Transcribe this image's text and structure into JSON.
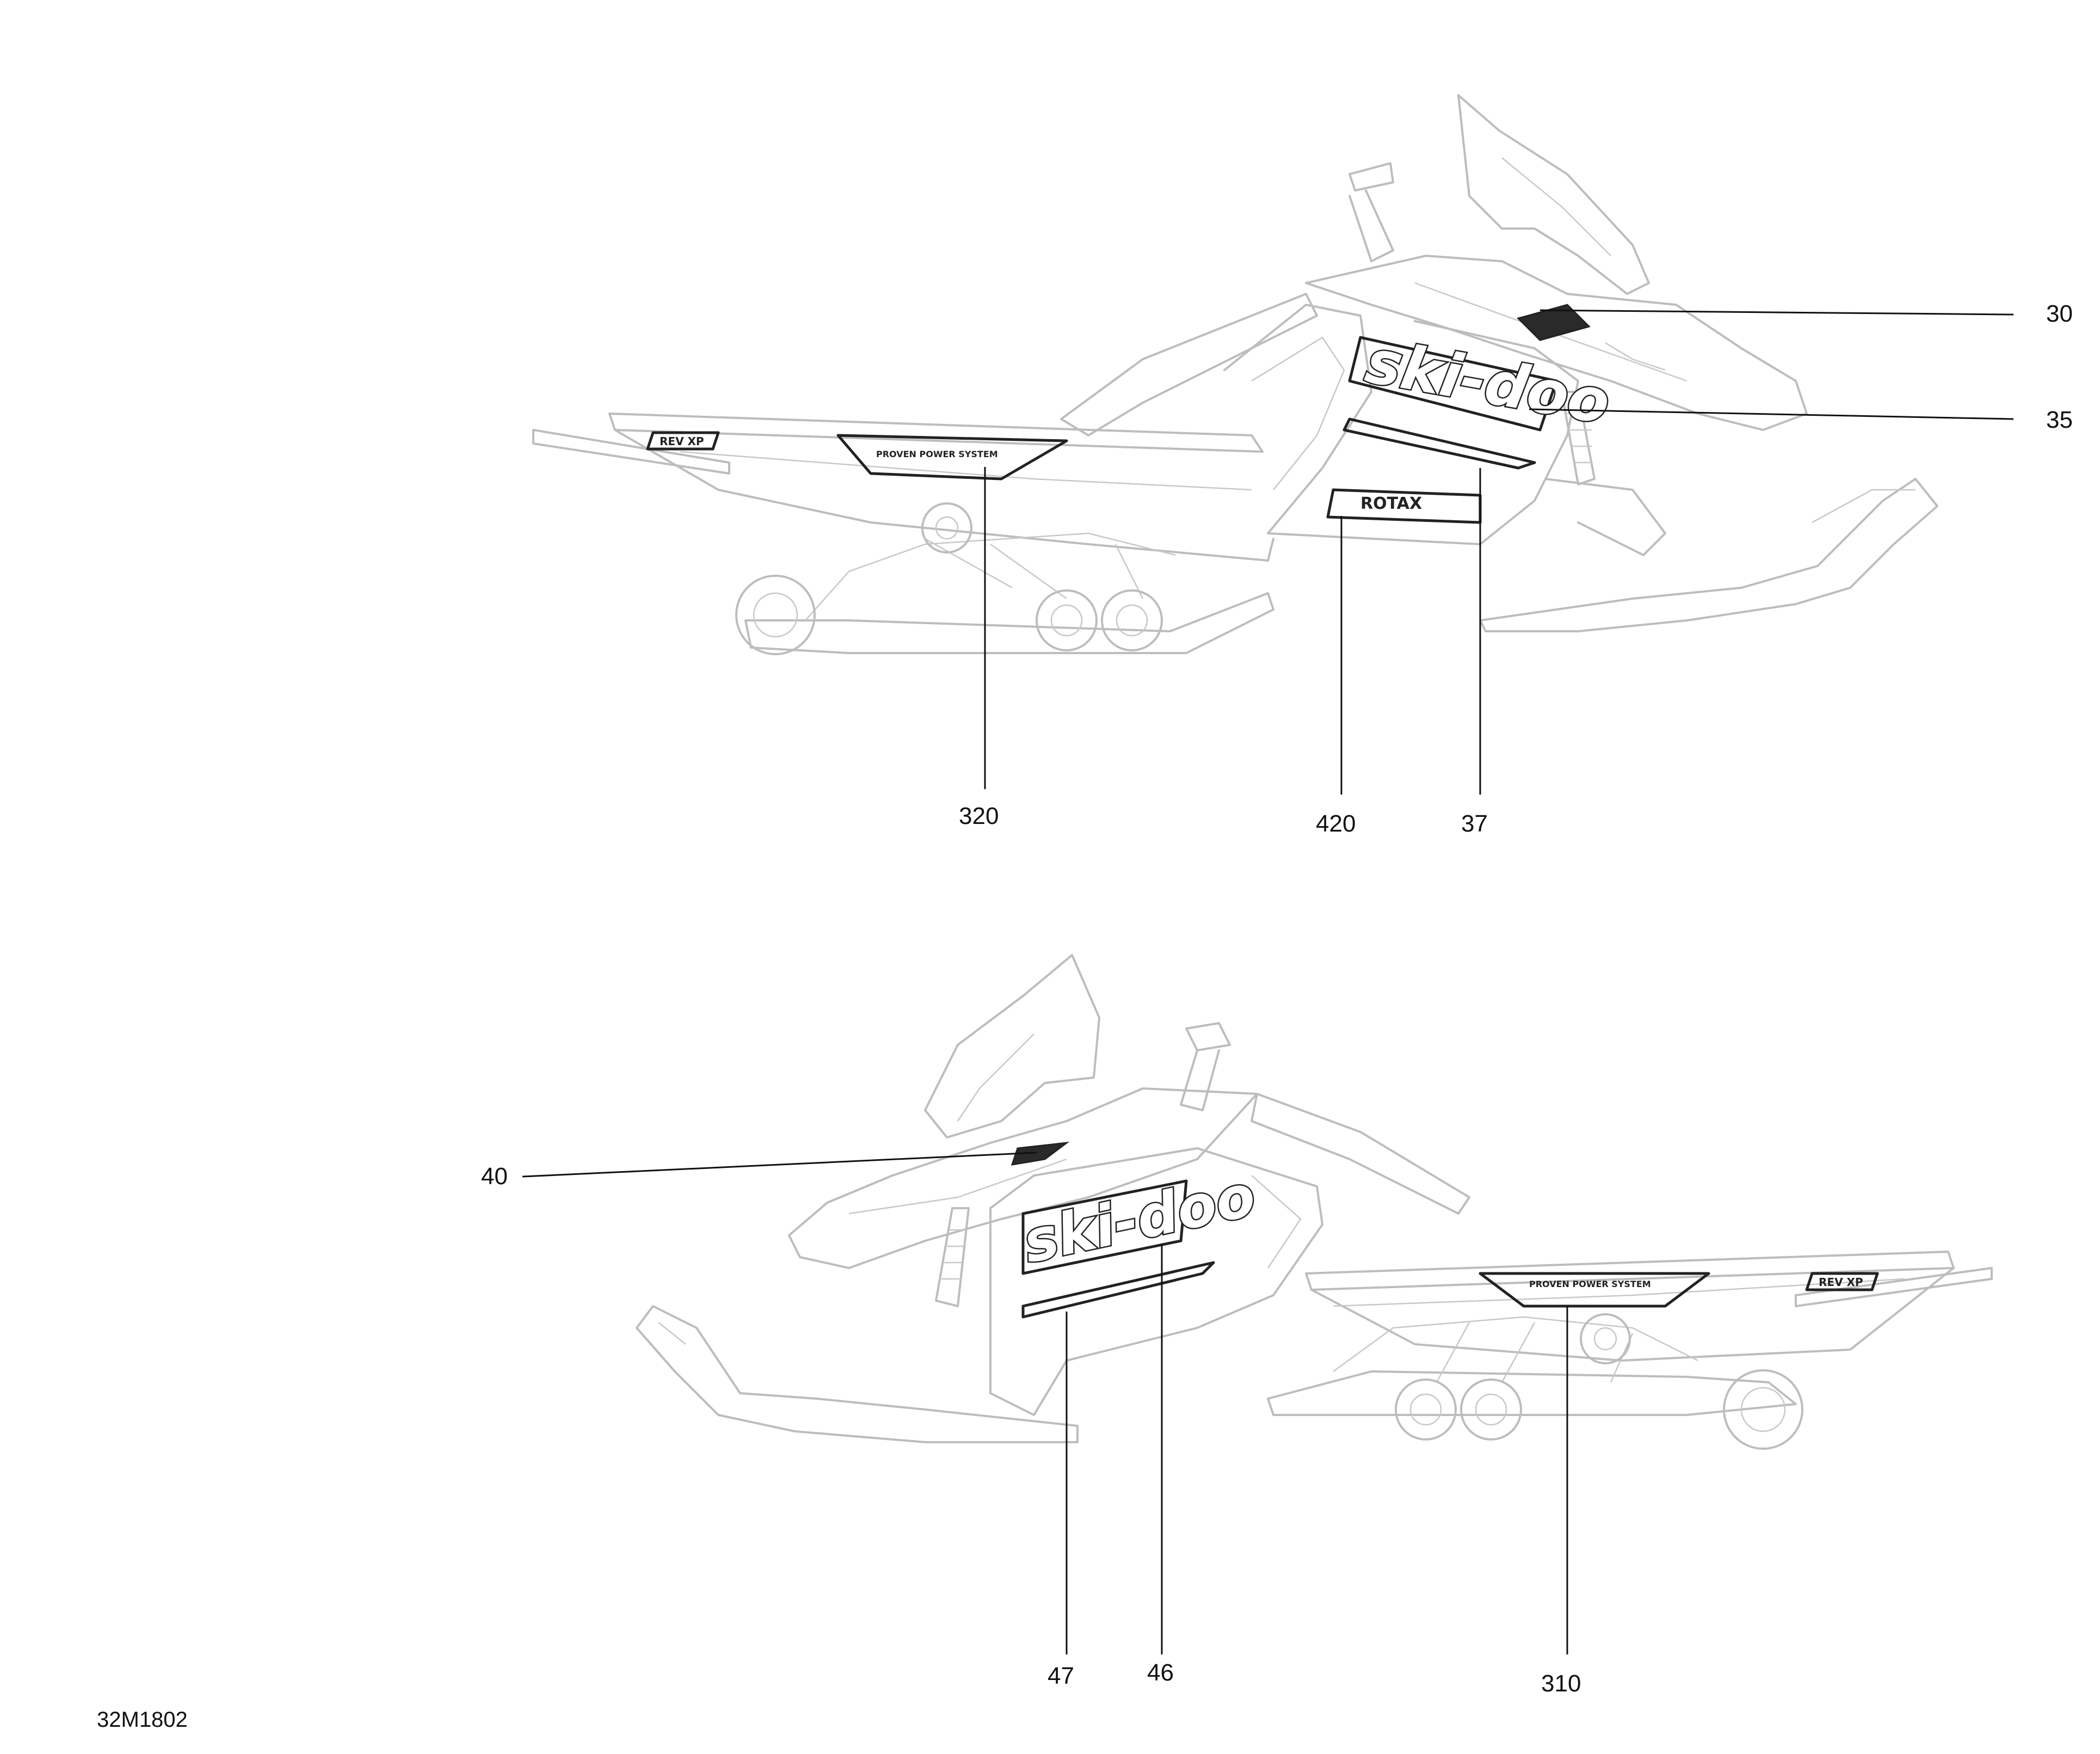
{
  "drawing_id": "32M1802",
  "brand_decal_text": "ski-doo",
  "engine_decal_text": "ROTAX",
  "model_decal_text": "REV XP",
  "tunnel_decal_text": "PROVEN POWER SYSTEM",
  "callouts": {
    "top_view": [
      "30",
      "35",
      "320",
      "420",
      "37"
    ],
    "bottom_view": [
      "40",
      "47",
      "46",
      "310"
    ]
  },
  "colors": {
    "line_art": "#bdbdbd",
    "decal_outline": "#222222",
    "callout_text": "#111111"
  }
}
